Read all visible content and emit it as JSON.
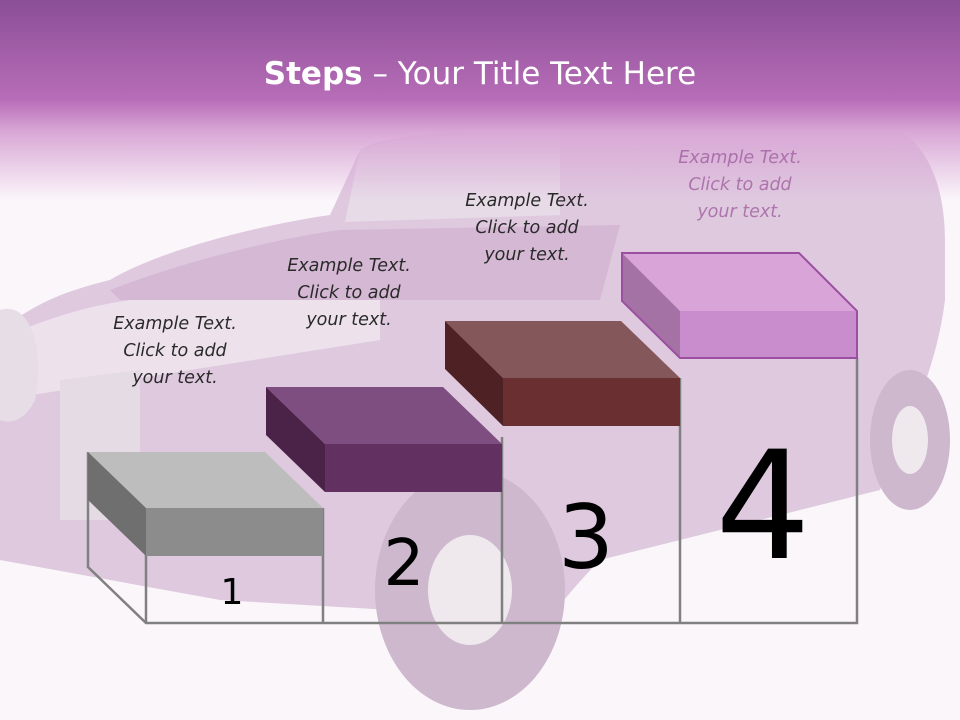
{
  "title": {
    "bold": "Steps",
    "rest": " – Your Title Text Here"
  },
  "steps": [
    {
      "number": "1",
      "text": [
        "Example Text.",
        "Click  to add",
        "your text."
      ],
      "color": "#8c8c8c"
    },
    {
      "number": "2",
      "text": [
        "Example Text.",
        "Click  to add",
        "your text."
      ],
      "color": "#633062"
    },
    {
      "number": "3",
      "text": [
        "Example Text.",
        "Click  to add",
        "your text."
      ],
      "color": "#6a2f30"
    },
    {
      "number": "4",
      "text": [
        "Example Text.",
        "Click  to add",
        "your text."
      ],
      "color": "#c98ccc"
    }
  ],
  "colors": {
    "header": "#b86db8",
    "background": "#fbf6fa",
    "outline": "#808080"
  }
}
